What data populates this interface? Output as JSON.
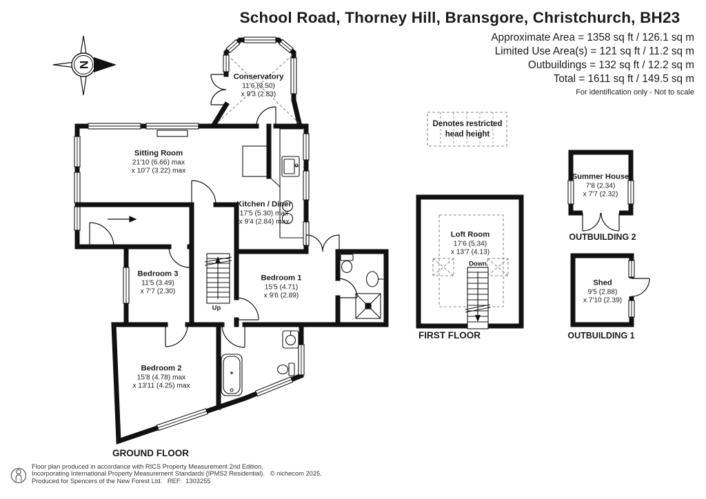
{
  "title": "School Road, Thorney Hill, Bransgore, Christchurch, BH23",
  "area_summary": {
    "lines": [
      "Approximate Area = 1358 sq ft / 126.1 sq m",
      "Limited Use Area(s) = 121 sq ft / 11.2 sq m",
      "Outbuildings = 132 sq ft / 12.2 sq m",
      "Total = 1611 sq ft / 149.5 sq m"
    ],
    "disclaimer": "For identification only - Not to scale"
  },
  "compass": {
    "north_letter": "N"
  },
  "legend": {
    "line1": "Denotes restricted",
    "line2": "head height"
  },
  "ground_floor": {
    "label": "GROUND FLOOR",
    "stairs": "Up",
    "rooms": {
      "conservatory": {
        "name": "Conservatory",
        "dim1": "11'6 (3.50)",
        "dim2": "x 9'3 (2.83)"
      },
      "sitting_room": {
        "name": "Sitting Room",
        "dim1": "21'10 (6.66) max",
        "dim2": "x 10'7 (3.22) max"
      },
      "kitchen_diner": {
        "name": "Kitchen / Diner",
        "dim1": "17'5 (5.30) max",
        "dim2": "x 9'4 (2.84) max"
      },
      "bedroom_1": {
        "name": "Bedroom 1",
        "dim1": "15'5 (4.71)",
        "dim2": "x 9'6 (2.89)"
      },
      "bedroom_2": {
        "name": "Bedroom 2",
        "dim1": "15'8 (4.78) max",
        "dim2": "x 13'11 (4.25) max"
      },
      "bedroom_3": {
        "name": "Bedroom 3",
        "dim1": "11'5 (3.49)",
        "dim2": "x 7'7 (2.30)"
      }
    }
  },
  "first_floor": {
    "label": "FIRST FLOOR",
    "stairs": "Down",
    "rooms": {
      "loft_room": {
        "name": "Loft Room",
        "dim1": "17'6 (5.34)",
        "dim2": "x 13'7 (4.13)"
      }
    }
  },
  "outbuildings": {
    "outbuilding_2": {
      "label": "OUTBUILDING 2",
      "name": "Summer House",
      "dim1": "7'8 (2.34)",
      "dim2": "x 7'7 (2.32)"
    },
    "outbuilding_1": {
      "label": "OUTBUILDING 1",
      "name": "Shed",
      "dim1": "9'5 (2.88)",
      "dim2": "x 7'10 (2.39)"
    }
  },
  "footer": {
    "line1": "Floor plan produced in accordance with RICS Property Measurement 2nd Edition,",
    "line2": "Incorporating International Property Measurement Standards (IPMS2 Residential).   © nichecom 2025.",
    "line3": "Produced for Spencers of the New Forest Ltd.   REF:  1303255"
  },
  "colors": {
    "wall": "#111111",
    "text": "#1a1a1a",
    "dashes": "#777777"
  }
}
